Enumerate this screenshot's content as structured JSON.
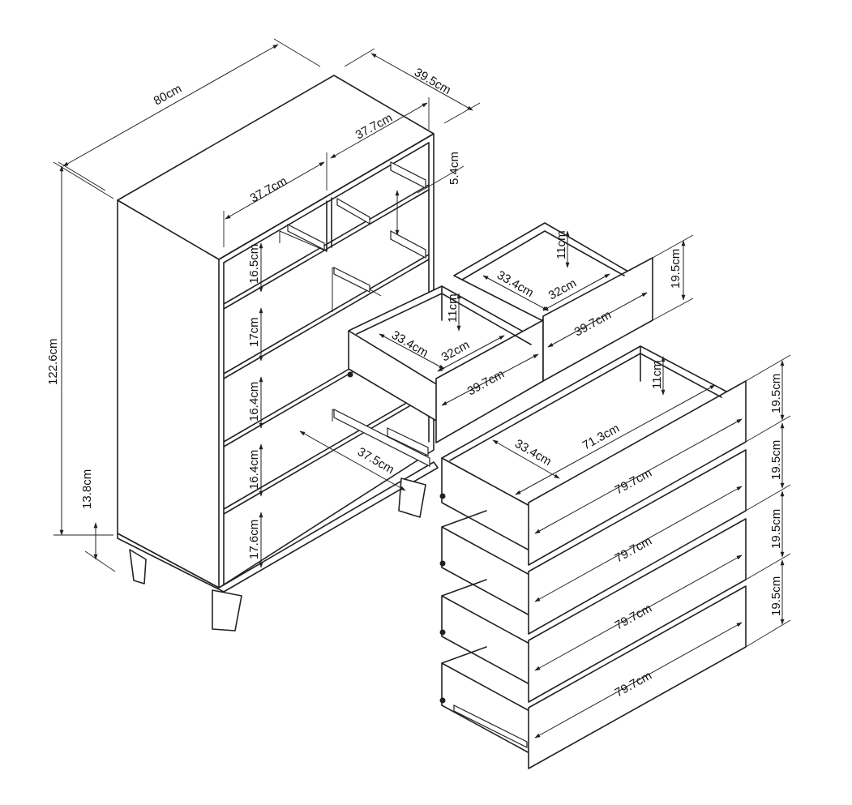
{
  "diagram": {
    "overall": {
      "width": "80cm",
      "depth": "39.5cm",
      "height": "122.6cm",
      "leg_height": "13.8cm"
    },
    "interior": {
      "top_left_width": "37.7cm",
      "top_right_width": "37.7cm",
      "top_gap": "5.4cm",
      "bottom_inner_width": "37.5cm"
    },
    "compartment_heights": [
      "16.5cm",
      "17cm",
      "16.4cm",
      "16.4cm",
      "17.6cm"
    ],
    "small_drawer_a": {
      "inner_height": "11cm",
      "inner_depth": "33.4cm",
      "inner_width": "32cm",
      "front_width": "39.7cm",
      "front_height": "19.5cm"
    },
    "small_drawer_b": {
      "inner_height": "11cm",
      "inner_depth": "33.4cm",
      "inner_width": "32cm",
      "front_width": "39.7cm"
    },
    "large_drawer": {
      "inner_height": "11cm",
      "inner_depth": "33.4cm",
      "inner_width": "71.3cm",
      "front_widths": [
        "79.7cm",
        "79.7cm",
        "79.7cm",
        "79.7cm"
      ],
      "front_heights": [
        "19.5cm",
        "19.5cm",
        "19.5cm",
        "19.5cm"
      ]
    }
  }
}
